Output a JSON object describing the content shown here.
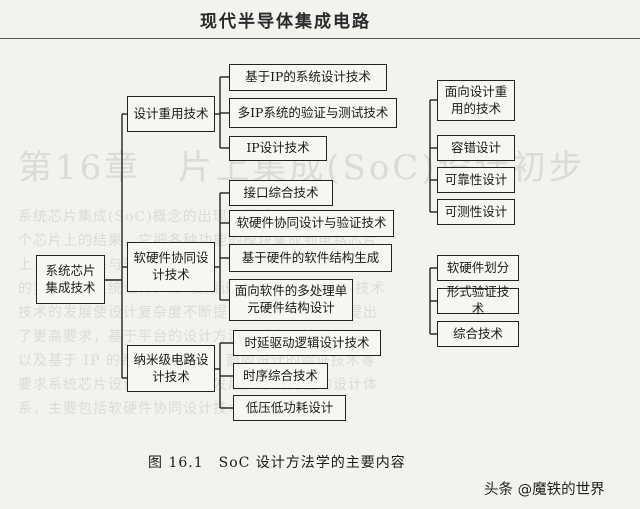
{
  "header": {
    "title": "现代半导体集成电路"
  },
  "diagram": {
    "root": "系统芯片集成技术",
    "branches": [
      {
        "label": "设计重用技术",
        "children": [
          "基于IP的系统设计技术",
          "多IP系统的验证与测试技术",
          "IP设计技术"
        ]
      },
      {
        "label": "软硬件协同设计技术",
        "children": [
          "接口综合技术",
          "软硬件协同设计与验证技术",
          "基于硬件的软件结构生成",
          "面向软件的多处理单元硬件结构设计"
        ]
      },
      {
        "label": "纳米级电路设计技术",
        "children": [
          "时延驱动逻辑设计技术",
          "时序综合技术",
          "低压低功耗设计"
        ]
      }
    ],
    "right_group_1": [
      "面向设计重用的技术",
      "容错设计",
      "可靠性设计",
      "可测性设计"
    ],
    "right_group_2": [
      "软硬件划分",
      "形式验证技术",
      "综合技术"
    ]
  },
  "caption": "图 16.1　SoC 设计方法学的主要内容",
  "watermark": "头条 @魔铁的世界",
  "background_text": {
    "title": "第16章　片上集成(SoC)设计初步",
    "lines": [
      "系统芯片集成(SoC)概念的出现，是系统集成在一",
      "个芯片上的结果，它把各种功能的模块集成到电路芯片",
      "上，通过硬件与软件协同设计，实现系统的完整功能",
      "的实现需要系统设计、IP 复用设计、验证与测试等技术",
      "技术的发展使设计复杂度不断提高，这对电路设计提出",
      "了更高要求，基于平台的设计方法已成为主流设计方法",
      "以及基于 IP 的系统设计技术，面向设计的验证技术等",
      "要求系统芯片设计方法学不断发展，形成完整的设计体",
      "系，主要包括软硬件协同设计技术等"
    ]
  }
}
